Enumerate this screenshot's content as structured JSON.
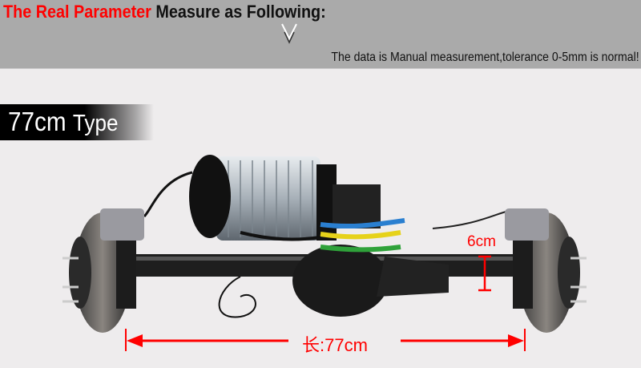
{
  "header": {
    "title_red": "The Real Parameter",
    "title_black": "Measure as Following:",
    "note": "The data is Manual measurement,tolerance 0-5mm is normal!"
  },
  "type_label": {
    "number": "77cm",
    "word": "Type"
  },
  "dimensions": {
    "height": "6cm",
    "length": "长:77cm"
  },
  "colors": {
    "accent": "#ff0000",
    "header_bg": "#aaaaaa",
    "page_bg": "#eeeced"
  }
}
